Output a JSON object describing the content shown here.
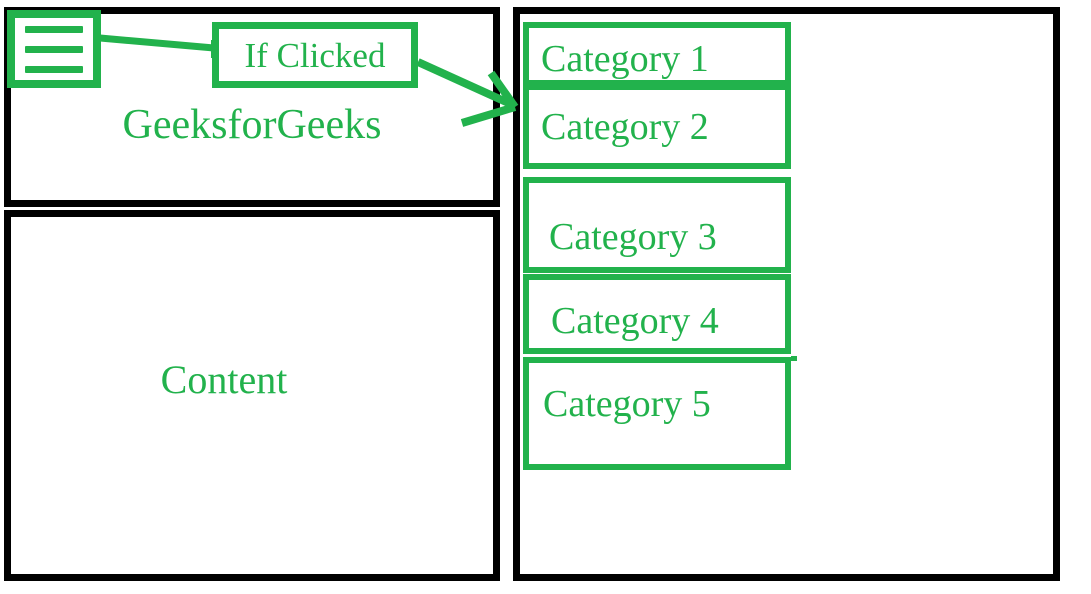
{
  "colors": {
    "accent_green": "#22b24c",
    "outline_black": "#000000",
    "background": "#ffffff"
  },
  "left_panel": {
    "header": {
      "menu_button": {
        "icon": "hamburger-menu-icon",
        "bars": 3
      },
      "brand_title": "GeeksforGeeks"
    },
    "content": {
      "label": "Content"
    }
  },
  "annotations": {
    "callout_label": "If Clicked",
    "connector": "menu-to-callout-line",
    "arrow": "callout-to-category-list-arrow"
  },
  "right_panel": {
    "categories": [
      {
        "label": "Category 1"
      },
      {
        "label": "Category 2"
      },
      {
        "label": "Category 3"
      },
      {
        "label": "Category 4"
      },
      {
        "label": "Category 5"
      }
    ]
  }
}
